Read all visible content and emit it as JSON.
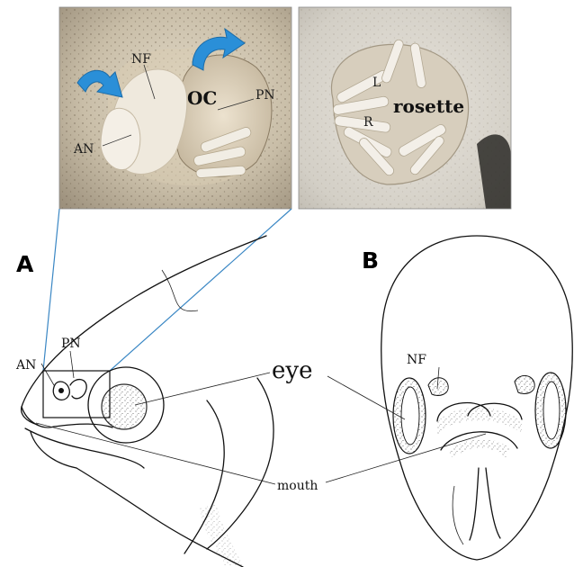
{
  "photo_left": {
    "labels": {
      "nf": "NF",
      "oc": "OC",
      "pn": "PN",
      "an": "AN"
    },
    "arrow_color": "#2a8fd8"
  },
  "photo_right": {
    "labels": {
      "l": "L",
      "r": "R",
      "rosette": "rosette"
    }
  },
  "panel_a": {
    "letter": "A",
    "labels": {
      "pn": "PN",
      "an": "AN",
      "eye": "eye",
      "mouth": "mouth"
    }
  },
  "panel_b": {
    "letter": "B",
    "labels": {
      "nf": "NF"
    }
  },
  "colors": {
    "zoom_line": "#3a87c4",
    "photo_bg": "#b8ad98"
  }
}
